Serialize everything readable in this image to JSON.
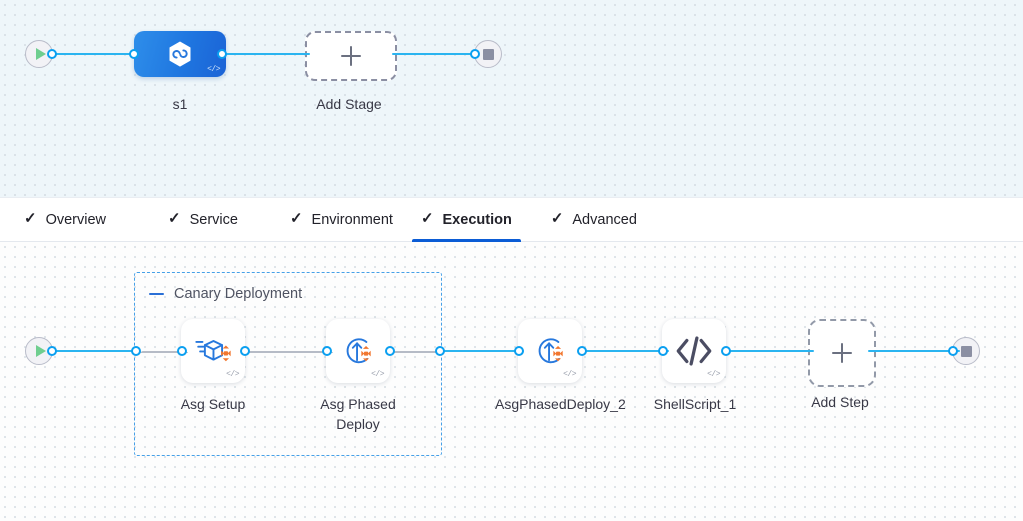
{
  "theme": {
    "accent_blue": "#0b5cd5",
    "edge_blue": "#2ab4f0",
    "connector_blue": "#0a9ff0",
    "group_border": "#45a0e8",
    "icon_orange": "#f2762e",
    "canvas_top_bg": "#eef6fa",
    "canvas_bottom_bg": "#fdfdfd"
  },
  "pipeline_canvas": {
    "start_node": {
      "name": "start",
      "icon": "play-icon"
    },
    "end_node": {
      "name": "end",
      "icon": "stop-icon"
    },
    "stage": {
      "label": "s1",
      "icon": "deployment-hexagon-icon",
      "code_badge": "</>"
    },
    "add_stage": {
      "label": "Add Stage",
      "icon": "plus-icon"
    }
  },
  "tabs": [
    {
      "label": "Overview",
      "check": "✓",
      "active": false
    },
    {
      "label": "Service",
      "check": "✓",
      "active": false
    },
    {
      "label": "Environment",
      "check": "✓",
      "active": false
    },
    {
      "label": "Execution",
      "check": "✓",
      "active": true
    },
    {
      "label": "Advanced",
      "check": "✓",
      "active": false
    }
  ],
  "execution_canvas": {
    "start_node": {
      "name": "start",
      "icon": "play-icon"
    },
    "end_node": {
      "name": "end",
      "icon": "stop-icon"
    },
    "group": {
      "title": "Canary Deployment",
      "collapse_icon": "minus-icon",
      "steps": [
        {
          "label": "Asg Setup",
          "icon": "asg-setup-icon",
          "code_badge": "</>"
        },
        {
          "label": "Asg Phased Deploy",
          "icon": "asg-deploy-icon",
          "code_badge": "</>"
        }
      ]
    },
    "steps": [
      {
        "label": "AsgPhasedDeploy_2",
        "icon": "asg-deploy-icon",
        "code_badge": "</>"
      },
      {
        "label": "ShellScript_1",
        "icon": "shell-script-icon",
        "code_badge": "</>"
      }
    ],
    "add_step": {
      "label": "Add Step",
      "icon": "plus-icon"
    }
  }
}
